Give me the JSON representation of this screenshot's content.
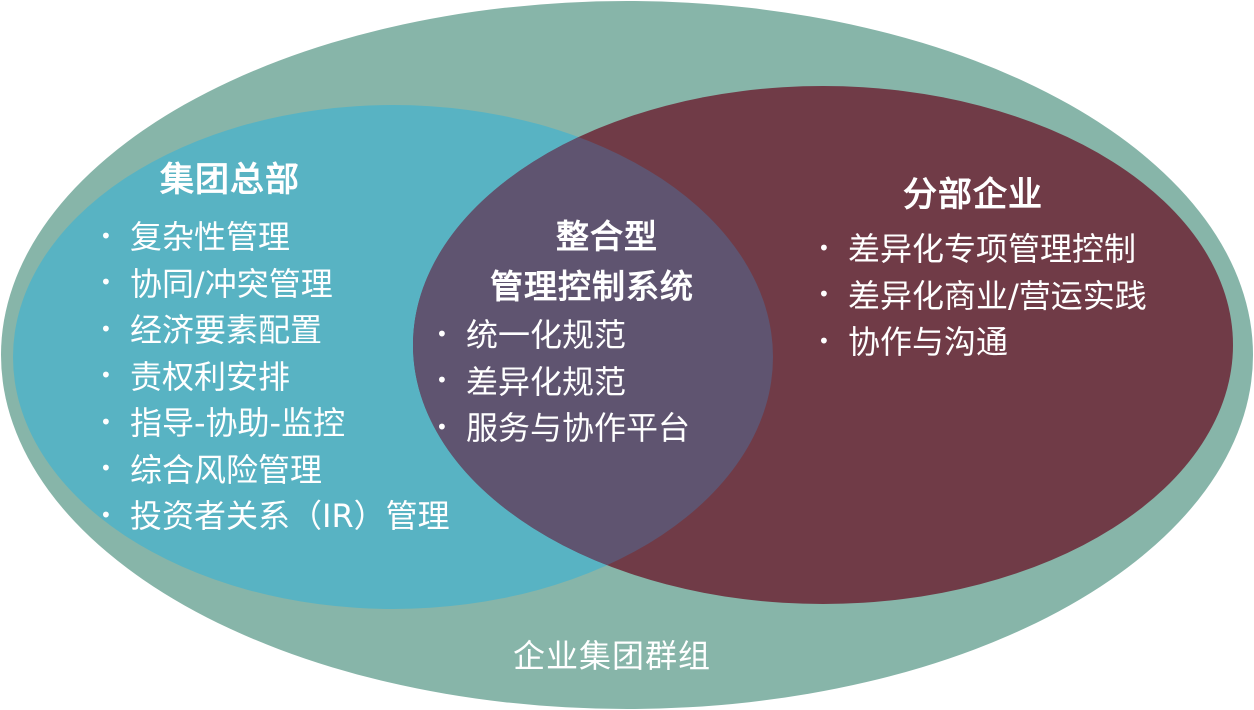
{
  "colors": {
    "outer": "#87b5a9",
    "left": "#58b3c3",
    "right": "#703b47",
    "overlap": "#5f5470",
    "text": "#ffffff"
  },
  "outer": {
    "label": "企业集团群组"
  },
  "left": {
    "title": "集团总部",
    "items": [
      "复杂性管理",
      "协同/冲突管理",
      "经济要素配置",
      "责权利安排",
      "指导-协助-监控",
      "综合风险管理",
      "投资者关系（IR）管理"
    ]
  },
  "center": {
    "title_line1": "整合型",
    "title_line2": "管理控制系统",
    "items": [
      "统一化规范",
      "差异化规范",
      "服务与协作平台"
    ]
  },
  "right": {
    "title": "分部企业",
    "items": [
      "差异化专项管理控制",
      "差异化商业/营运实践",
      "协作与沟通"
    ]
  },
  "bullet_symbol": "•"
}
